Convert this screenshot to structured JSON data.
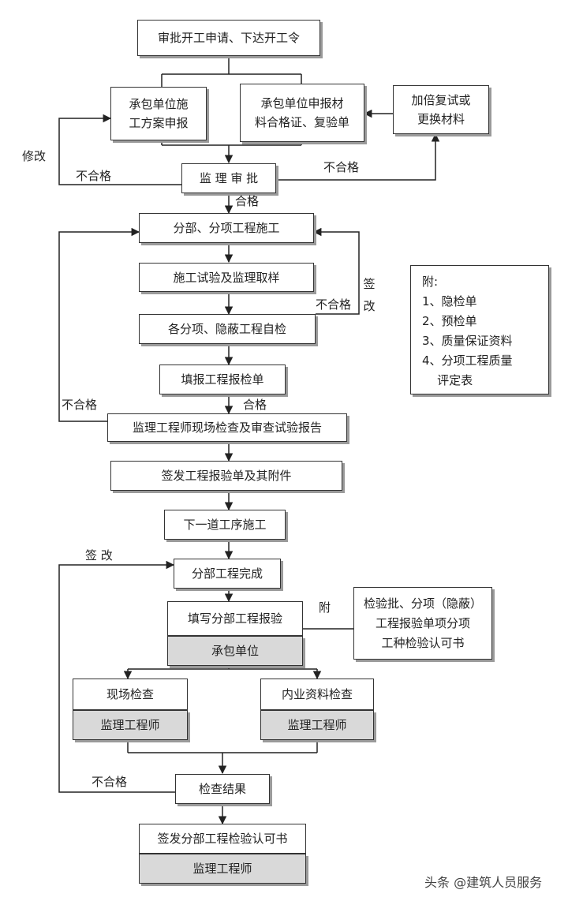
{
  "boxes": {
    "approve_start": "审批开工申请、下达开工令",
    "contractor_plan": "承包单位施\n工方案申报",
    "contractor_materials": "承包单位申报材\n料合格证、复验单",
    "double_retest": "加倍复试或\n更换材料",
    "supervision_review": "监 理 审 批",
    "sub_construction": "分部、分项工程施工",
    "test_sampling": "施工试验及监理取样",
    "self_check": "各分项、隐蔽工程自检",
    "fill_inspection": "填报工程报检单",
    "engineer_check": "监理工程师现场检查及审查试验报告",
    "issue_form": "签发工程报验单及其附件",
    "next_process": "下一道工序施工",
    "sub_complete": "分部工程完成",
    "fill_sub_report": "填写分部工程报验",
    "contractor_unit": "承包单位",
    "attachment_cert": "检验批、分项（隐蔽）\n工程报验单项分项\n工种检验认可书",
    "site_check": "现场检查",
    "site_engineer": "监理工程师",
    "internal_check": "内业资料检查",
    "internal_engineer": "监理工程师",
    "check_result": "检查结果",
    "issue_cert": "签发分部工程检验认可书",
    "final_engineer": "监理工程师",
    "notes": "附:\n1、隐检单\n2、预检单\n3、质量保证资料\n4、分项工程质量\n    评定表"
  },
  "labels": {
    "revise": "修改",
    "fail_left_top": "不合格",
    "fail_right_top": "不合格",
    "pass_1": "合格",
    "fail_mid_right": "不合格",
    "sign_revise_vertical": "签改",
    "fail_left_mid": "不合格",
    "pass_2": "合格",
    "sign_revise_bottom": "签 改",
    "attach": "附",
    "fail_bottom": "不合格"
  },
  "watermark": "头条 @建筑人员服务"
}
